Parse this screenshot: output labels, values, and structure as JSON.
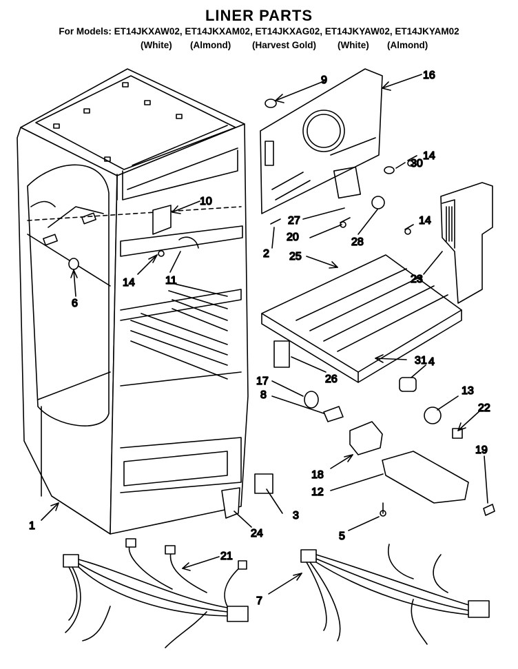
{
  "header": {
    "title": "LINER PARTS",
    "models_prefix": "For Models:",
    "models": "ET14JKXAW02, ET14JKXAM02, ET14JKXAG02, ET14JKYAW02, ET14JKYAM02",
    "colors": [
      "(White)",
      "(Almond)",
      "(Harvest Gold)",
      "(White)",
      "(Almond)"
    ]
  },
  "callouts": {
    "c1": "1",
    "c2": "2",
    "c3": "3",
    "c4": "4",
    "c5": "5",
    "c6": "6",
    "c7": "7",
    "c8": "8",
    "c9": "9",
    "c10": "10",
    "c11": "11",
    "c12": "12",
    "c13": "13",
    "c14a": "14",
    "c14b": "14",
    "c14c": "14",
    "c16": "16",
    "c17": "17",
    "c18": "18",
    "c19": "19",
    "c20": "20",
    "c21": "21",
    "c22": "22",
    "c23": "23",
    "c24": "24",
    "c25": "25",
    "c26": "26",
    "c27": "27",
    "c28": "28",
    "c30": "30",
    "c31": "31"
  }
}
